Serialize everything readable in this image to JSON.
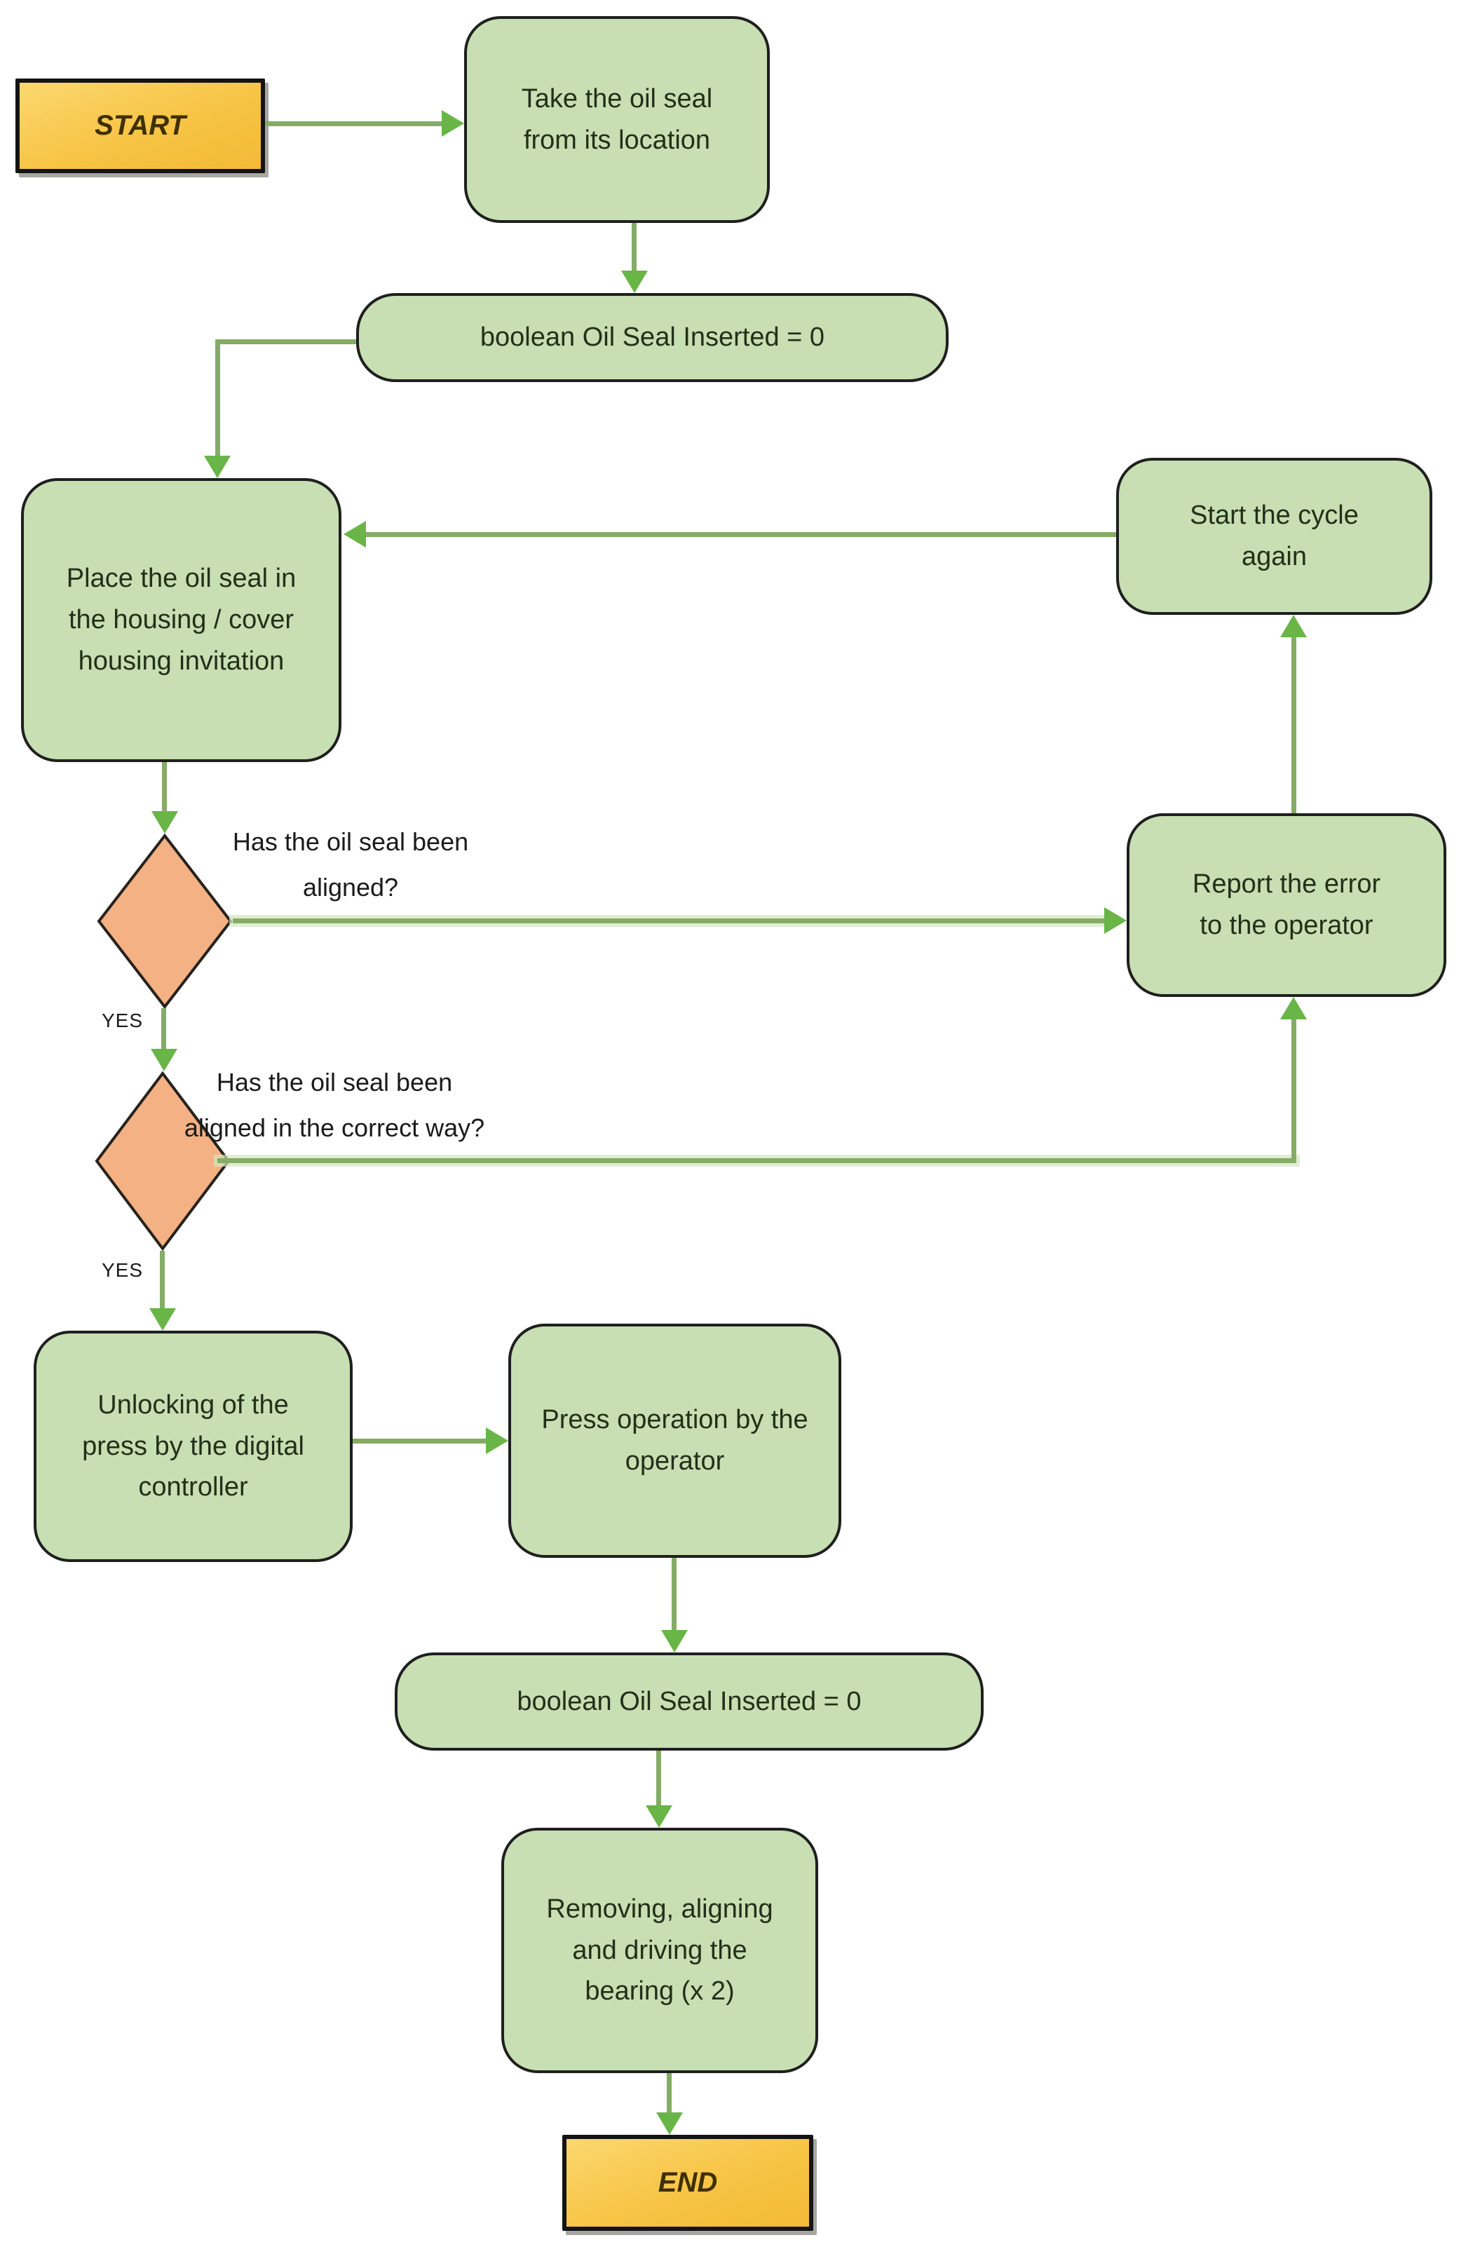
{
  "colors": {
    "node_green": "#C7DFB2",
    "node_border": "#1F1F1F",
    "terminal_yellow": "#F8C64B",
    "diamond_orange": "#F4B183",
    "arrow_green": "#85AC66",
    "arrowhead_green": "#69B548",
    "text_dark": "#22301A",
    "label_black": "#1B1B1B"
  },
  "nodes": {
    "start": {
      "label": "START"
    },
    "take_oil_seal": {
      "label": "Take the oil seal\nfrom its location"
    },
    "boolean_inserted_1": {
      "label": "boolean Oil Seal Inserted  = 0"
    },
    "place_oil_seal": {
      "label": "Place the oil seal in\nthe housing / cover\nhousing invitation"
    },
    "start_cycle_again": {
      "label": "Start the cycle\nagain"
    },
    "report_error": {
      "label": "Report the error\nto the operator"
    },
    "decision_aligned": {
      "question": "Has the oil seal been\naligned?",
      "yes_label": "YES"
    },
    "decision_aligned_correct_way": {
      "question": "Has the oil seal been\naligned in the correct way?",
      "yes_label": "YES"
    },
    "unlocking_press": {
      "label": "Unlocking of the\npress by the digital\ncontroller"
    },
    "press_operation": {
      "label": "Press operation by the\noperator"
    },
    "boolean_inserted_2": {
      "label": "boolean Oil Seal Inserted  = 0"
    },
    "removing_aligning": {
      "label": "Removing,  aligning\nand driving the\nbearing (x 2)"
    },
    "end": {
      "label": "END"
    }
  }
}
